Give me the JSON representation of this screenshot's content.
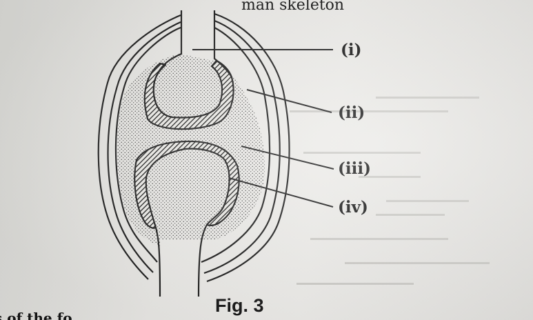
{
  "header": {
    "partial_text": "man skeleton"
  },
  "labels": {
    "i": "(i)",
    "ii": "(ii)",
    "iii": "(iii)",
    "iv": "(iv)"
  },
  "figure": {
    "caption": "Fig. 3"
  },
  "footer": {
    "partial_text": "s of the fo"
  },
  "colors": {
    "ink": "#1a1a1a",
    "paper": "#e8e7e4",
    "faint_text": "#c9c8c4"
  }
}
